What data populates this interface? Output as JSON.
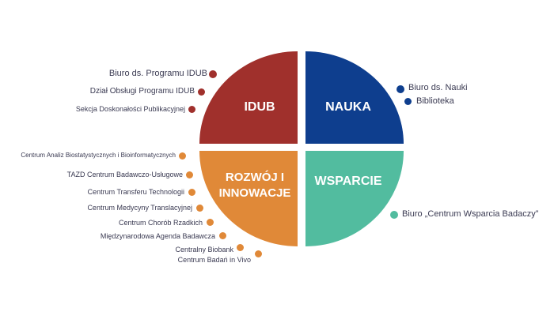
{
  "colors": {
    "idub": "#A0302C",
    "nauka": "#0E3E8E",
    "rozwoj": "#E08938",
    "wsparcie": "#52BC9F",
    "text": "#3a3a52"
  },
  "quadrants": {
    "idub": {
      "label": "IDUB"
    },
    "nauka": {
      "label": "NAUKA"
    },
    "rozwoj": {
      "line1": "ROZWÓJ I",
      "line2": "INNOWACJE"
    },
    "wsparcie": {
      "label": "WSPARCIE"
    }
  },
  "idub_items": [
    "Biuro ds. Programu IDUB",
    "Dział Obsługi Programu IDUB",
    "Sekcja Doskonałości Publikacyjnej"
  ],
  "nauka_items": [
    "Biuro ds. Nauki",
    "Biblioteka"
  ],
  "rozwoj_items": [
    "Centrum Analiz Biostatystycznych i Bioinformatycznych",
    "TAZD Centrum Badawczo-Usługowe",
    "Centrum Transferu Technologii",
    "Centrum Medycyny Translacyjnej",
    "Centrum Chorób Rzadkich",
    "Międzynarodowa Agenda Badawcza",
    "Centralny Biobank",
    "Centrum Badań in Vivo"
  ],
  "wsparcie_items": [
    "Biuro „Centrum Wsparcia Badaczy”"
  ]
}
